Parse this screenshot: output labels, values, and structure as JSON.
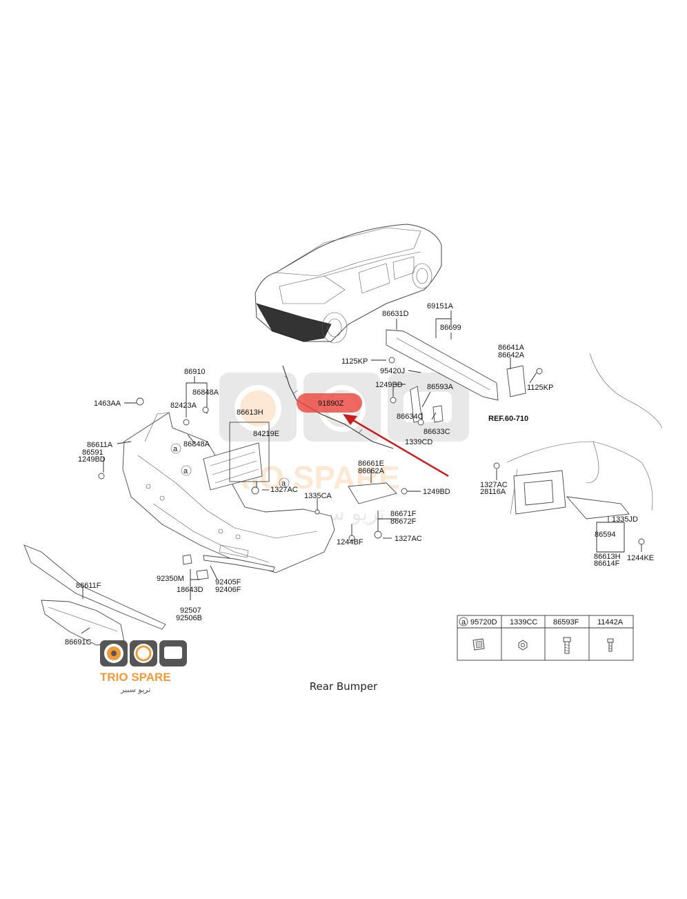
{
  "caption": "Rear Bumper",
  "watermark": {
    "brand": "TRIO SPARE",
    "brand_arabic": "تريو سبير"
  },
  "logo": {
    "brand": "TRIO SPARE",
    "brand_arabic": "تريو سبير"
  },
  "highlight": {
    "part": "91890Z",
    "color": "#e8433a"
  },
  "ref": "REF.60-710",
  "circle_marker": "a",
  "labels": {
    "p86631D": "86631D",
    "p69151A": "69151A",
    "p86699": "86699",
    "p1125KP_a": "1125KP",
    "p95420J": "95420J",
    "p1249BD_a": "1249BD",
    "p86593A": "86593A",
    "p86641A": "86641A",
    "p86642A": "86642A",
    "p1125KP_b": "1125KP",
    "p86634C": "86634C",
    "p86633C": "86633C",
    "p1339CD": "1339CD",
    "p86910": "86910",
    "p86848A_a": "86848A",
    "p1463AA": "1463AA",
    "p82423A": "82423A",
    "p86611A": "86611A",
    "p86591": "86591",
    "p1249BD_b": "1249BD",
    "p86848A_b": "86848A",
    "p86613H_top": "86613H",
    "p84219E": "84219E",
    "p1327AC_a": "1327AC",
    "p86661E": "86661E",
    "p86662A": "86662A",
    "p1249BD_c": "1249BD",
    "p1335CA": "1335CA",
    "p86671F": "86671F",
    "p86672F": "86672F",
    "p1327AC_b": "1327AC",
    "p1244BF": "1244BF",
    "p1327AC_c": "1327AC",
    "p28116A": "28116A",
    "p1335JD": "1335JD",
    "p86594": "86594",
    "p86613H": "86613H",
    "p86614F": "86614F",
    "p1244KE": "1244KE",
    "p86611F": "86611F",
    "p86691C": "86691C",
    "p92350M": "92350M",
    "p18643D": "18643D",
    "p92507": "92507",
    "p92506B": "92506B",
    "p92405F": "92405F",
    "p92406F": "92406F"
  },
  "legend": {
    "headers": [
      "95720D",
      "1339CC",
      "86593F",
      "11442A"
    ],
    "marker": "a"
  }
}
